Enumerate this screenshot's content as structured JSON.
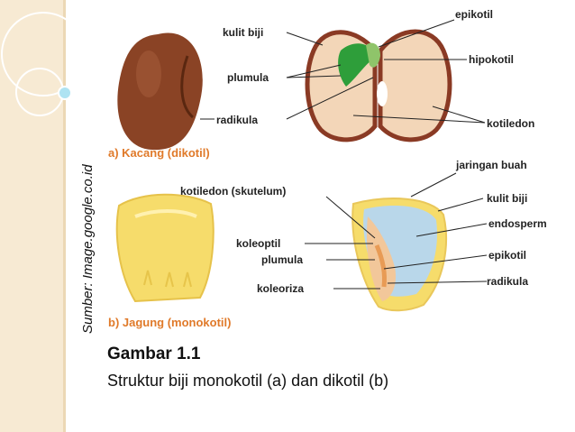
{
  "labels": {
    "epikotil_top": "epikotil",
    "kulit_biji_top": "kulit biji",
    "plumula_top": "plumula",
    "hipokotil": "hipokotil",
    "radikula_top": "radikula",
    "kotiledon_top": "kotiledon",
    "jaringan_buah": "jaringan buah",
    "kotiledon_skutelum": "kotiledon (skutelum)",
    "kulit_biji_bottom": "kulit biji",
    "endosperm": "endosperm",
    "koleoptil": "koleoptil",
    "plumula_bottom": "plumula",
    "epikotil_bottom": "epikotil",
    "koleoriza": "koleoriza",
    "radikula_bottom": "radikula"
  },
  "captions": {
    "a": "a) Kacang (dikotil)",
    "b": "b) Jagung (monokotil)"
  },
  "source": "Sumber: Image.google.co.id",
  "figure": {
    "title": "Gambar 1.1",
    "description": "Struktur biji monokotil (a) dan dikotil (b)"
  },
  "colors": {
    "caption": "#e07a2a",
    "sidebar": "#f7ead3",
    "bean_brown": "#8a4325",
    "cotyledon": "#f3d6b8",
    "plumula_green": "#2e9e3a",
    "corn_yellow": "#f6dc6b",
    "endosperm_blue": "#b9d7ea"
  }
}
